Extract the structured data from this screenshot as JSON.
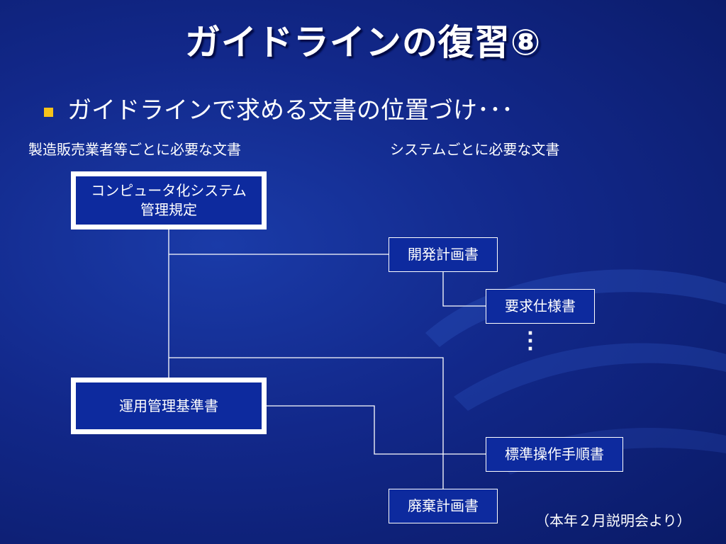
{
  "slide": {
    "title": "ガイドラインの復習⑧",
    "bullet": "ガイドラインで求める文書の位置づけ･･･",
    "caption_left": "製造販売業者等ごとに必要な文書",
    "caption_right": "システムごとに必要な文書",
    "source_note": "（本年２月説明会より）",
    "colors": {
      "background": "#12288a",
      "bullet_marker": "#f5c21a",
      "text": "#ffffff"
    }
  },
  "diagram": {
    "nodes": {
      "csv_policy": "コンピュータ化システム\n管理規定",
      "ops_standard": "運用管理基準書",
      "dev_plan": "開発計画書",
      "requirements": "要求仕様書",
      "sop": "標準操作手順書",
      "disposal_plan": "廃棄計画書"
    },
    "ellipsis": "⋮"
  }
}
